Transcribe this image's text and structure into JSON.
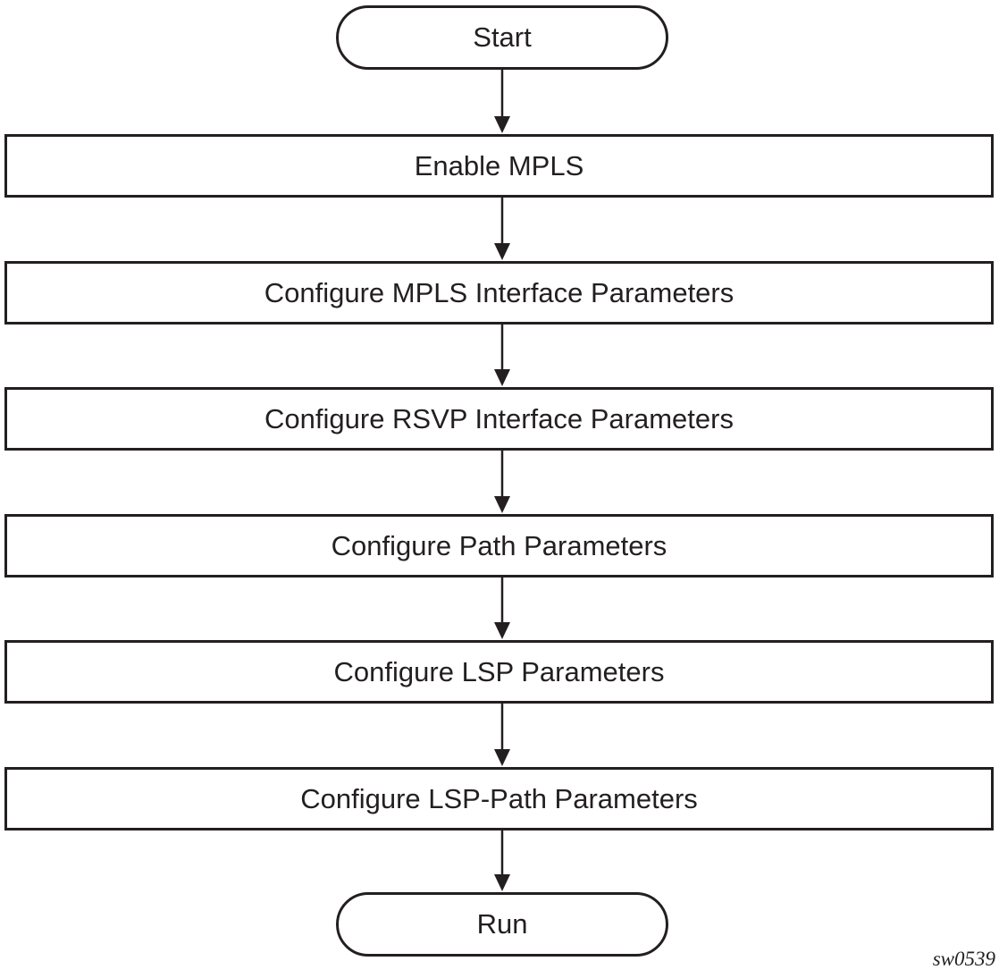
{
  "flowchart": {
    "start_label": "Start",
    "steps": [
      {
        "label": "Enable MPLS"
      },
      {
        "label": "Configure MPLS Interface Parameters"
      },
      {
        "label": "Configure RSVP Interface Parameters"
      },
      {
        "label": "Configure Path Parameters"
      },
      {
        "label": "Configure LSP Parameters"
      },
      {
        "label": "Configure LSP-Path Parameters"
      }
    ],
    "end_label": "Run"
  },
  "figure_id": "sw0539",
  "colors": {
    "stroke": "#231f20",
    "background": "#ffffff"
  }
}
